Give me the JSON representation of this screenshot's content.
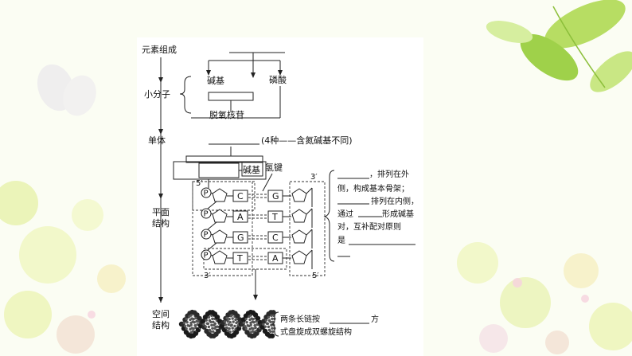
{
  "labels": {
    "element_composition": "元素组成",
    "small_molecule": "小分子",
    "base": "碱基",
    "phosphate": "磷酸",
    "deoxynucleoside": "脱氧核苷",
    "monomer": "单体",
    "monomer_note": "(4种——含氮碱基不同)",
    "base_tag": "碱基",
    "hydrogen_bond": "氢键",
    "planar_structure": "平面结构",
    "spatial_structure": "空间结构"
  },
  "strand_ends": {
    "left_top": "5′",
    "left_bottom": "3′",
    "right_top": "3′",
    "right_bottom": "5′"
  },
  "phosphate_symbol": "P",
  "base_pairs": [
    {
      "left": "C",
      "right": "G"
    },
    {
      "left": "A",
      "right": "T"
    },
    {
      "left": "G",
      "right": "C"
    },
    {
      "left": "T",
      "right": "A"
    }
  ],
  "planar_notes": [
    "，排列在外",
    "侧，构成基本骨架；",
    "排列在内侧，",
    "通过",
    "形成碱基",
    "对，互补配对原则",
    "是"
  ],
  "spatial_notes": [
    "两条长链按",
    "方",
    "式盘旋成双螺旋结构"
  ]
}
